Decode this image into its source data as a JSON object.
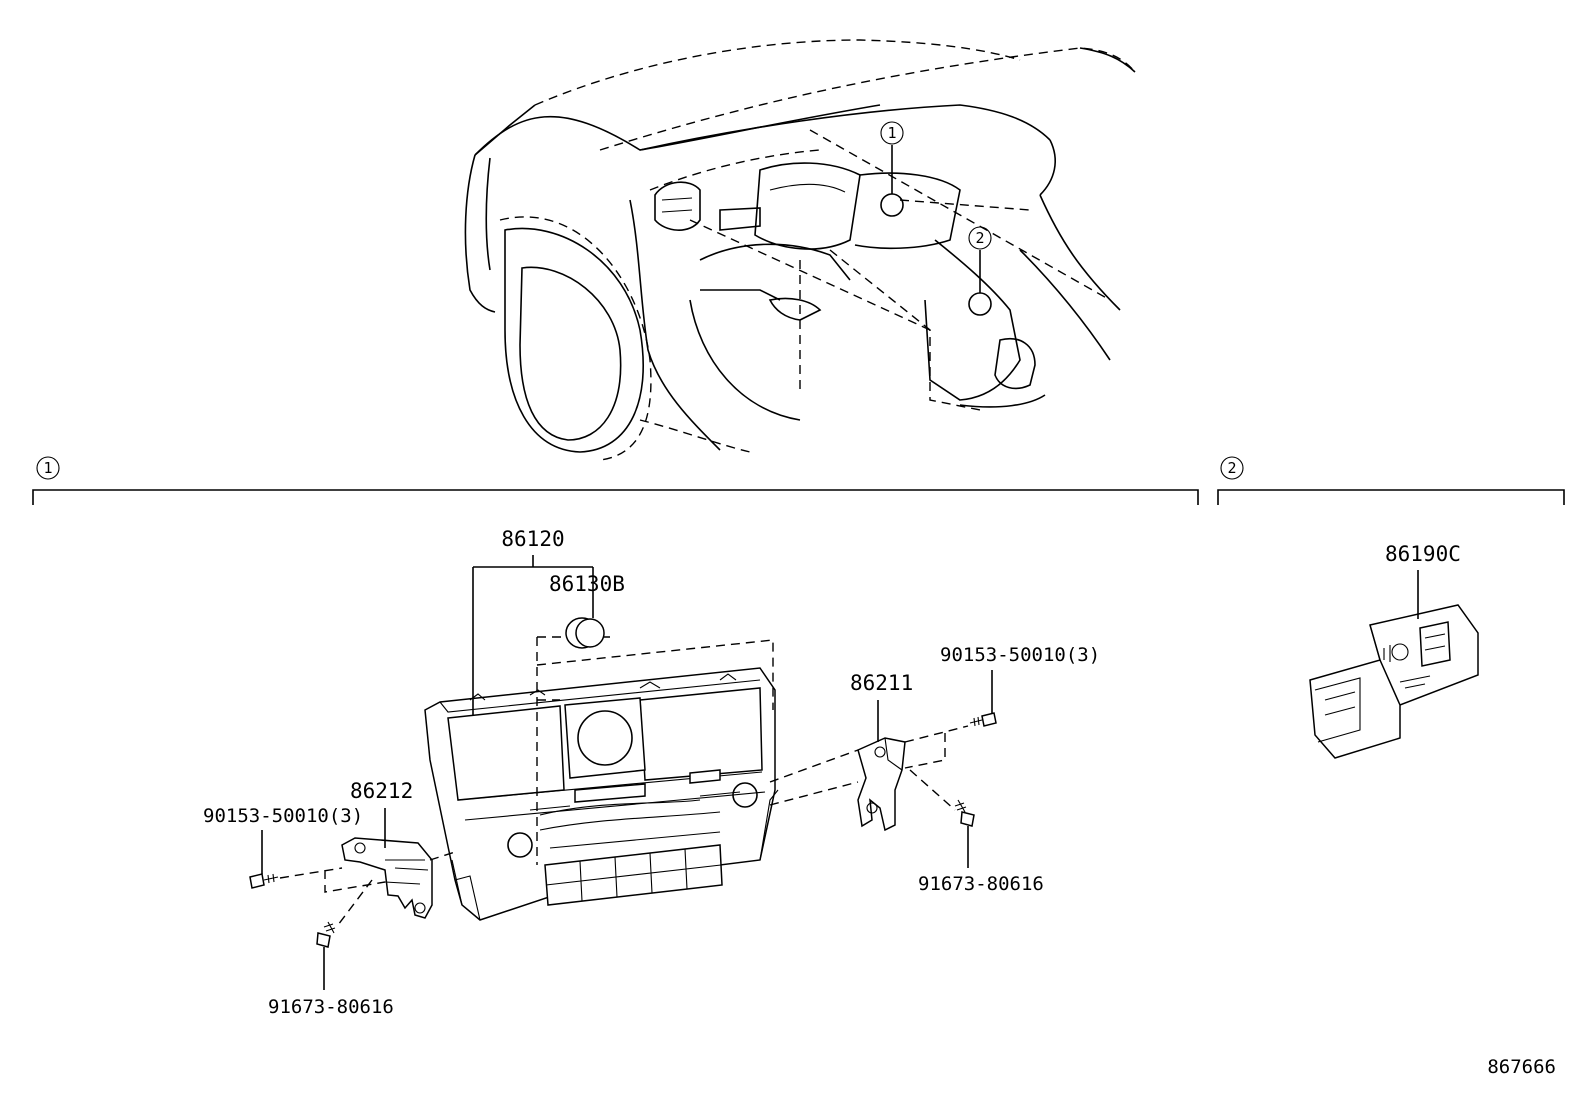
{
  "sections": [
    {
      "id": "1",
      "label": "1"
    },
    {
      "id": "2",
      "label": "2"
    }
  ],
  "callouts": [
    {
      "label": "1"
    },
    {
      "label": "2"
    }
  ],
  "parts": {
    "p86120": "86120",
    "p86130b": "86130B",
    "p86211": "86211",
    "p86212": "86212",
    "p86190c": "86190C",
    "bolt_right": "90153-50010(3)",
    "bolt_left": "90153-50010(3)",
    "screw_right": "91673-80616",
    "screw_left": "91673-80616"
  },
  "diagram_id": "867666"
}
